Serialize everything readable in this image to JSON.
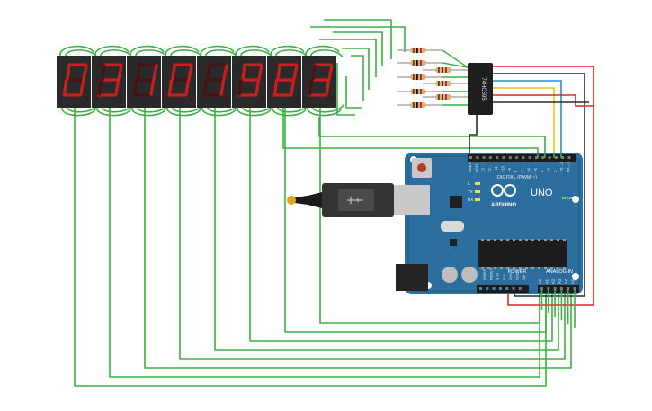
{
  "display": {
    "digits": [
      "0",
      "3",
      "1",
      "0",
      "1",
      "9",
      "8",
      "3"
    ],
    "segment_on_color": "#c81e1e",
    "segment_off_color": "#4a1212",
    "body_color": "#2a2a2a"
  },
  "shift_register": {
    "label": "74HC595"
  },
  "arduino": {
    "brand": "ARDUINO",
    "model": "UNO",
    "digital_header_label": "DIGITAL (PWM ~)",
    "power_label": "POWER",
    "analog_label": "ANALOG IN",
    "on_led_label": "ON",
    "tx_label": "TX",
    "rx_label": "RX",
    "l_label": "L",
    "digital_pins": [
      "AREF",
      "GND",
      "13",
      "12",
      "~11",
      "~10",
      "~9",
      "8",
      "7",
      "~6",
      "~5",
      "4",
      "~3",
      "2",
      "TX→1",
      "RX←0"
    ],
    "power_pins": [
      "IOREF",
      "RESET",
      "3.3V",
      "5V",
      "GND",
      "GND",
      "Vin"
    ],
    "analog_pins": [
      "A0",
      "A1",
      "A2",
      "A3",
      "A4",
      "A5"
    ]
  },
  "colors": {
    "wire_green": "#3cb043",
    "wire_red": "#d42a2a",
    "wire_blue": "#2b8fd4",
    "wire_yellow": "#e6c619",
    "wire_black": "#2b2b2b",
    "board_blue": "#2c6e9e",
    "board_dark": "#215a85"
  }
}
